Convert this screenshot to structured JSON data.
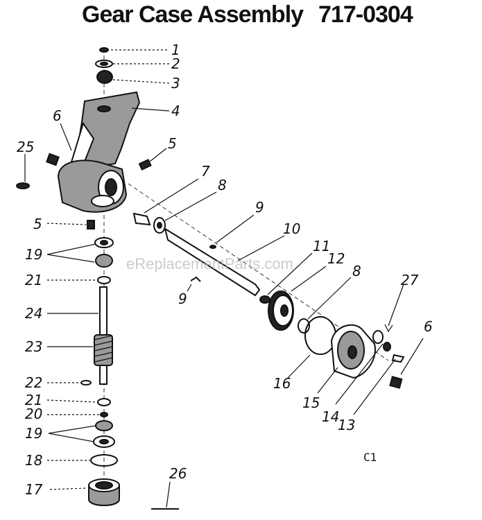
{
  "diagram": {
    "title": "Gear Case Assembly",
    "model_number": "717-0304",
    "watermark": "eReplacementParts.com",
    "corner_code": "C1",
    "callouts": [
      "1",
      "2",
      "3",
      "4",
      "5",
      "6",
      "7",
      "8",
      "9",
      "10",
      "11",
      "12",
      "13",
      "14",
      "15",
      "16",
      "17",
      "18",
      "19",
      "20",
      "21",
      "22",
      "23",
      "24",
      "25",
      "26",
      "27"
    ]
  }
}
